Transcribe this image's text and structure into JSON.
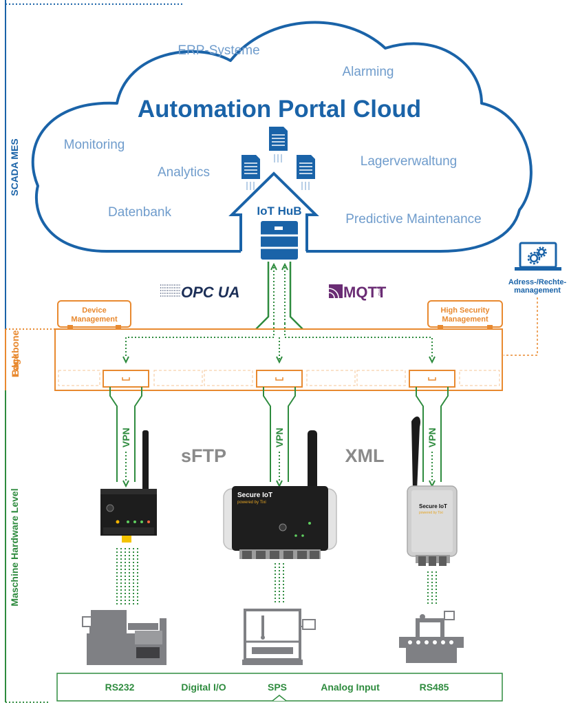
{
  "layers": {
    "top": "SCADA MES",
    "middle": "Edge Backbone",
    "bottom": "Maschine Hardware Level"
  },
  "cloud": {
    "title": "Automation Portal Cloud",
    "services": [
      "ERP-Systeme",
      "Alarming",
      "Monitoring",
      "Analytics",
      "Lagerverwaltung",
      "Datenbank",
      "Predictive Maintenance"
    ],
    "hub": "IoT HuB"
  },
  "protocols": {
    "left_logo": "OPC UA",
    "right_logo": "MQTT",
    "right_logo_suffix": "ORG",
    "middle_left": "sFTP",
    "middle_right": "XML"
  },
  "edge": {
    "device_management": [
      "Device",
      "Management"
    ],
    "high_security": [
      "High Security",
      "Management"
    ],
    "address_mgmt": [
      "Adress-/Rechte-",
      "management"
    ]
  },
  "tunnels": [
    "VPN",
    "VPN",
    "VPN"
  ],
  "devices": {
    "label_brand": "Secure IoT",
    "label_sub": "powered by Tixi"
  },
  "interfaces": [
    "RS232",
    "Digital I/O",
    "SPS",
    "Analog Input",
    "RS485"
  ],
  "colors": {
    "blue": "#1a63a8",
    "light_blue": "#6f9ccc",
    "orange": "#e8892f",
    "green": "#2e8b3e",
    "device_gray": "#7f8084"
  }
}
